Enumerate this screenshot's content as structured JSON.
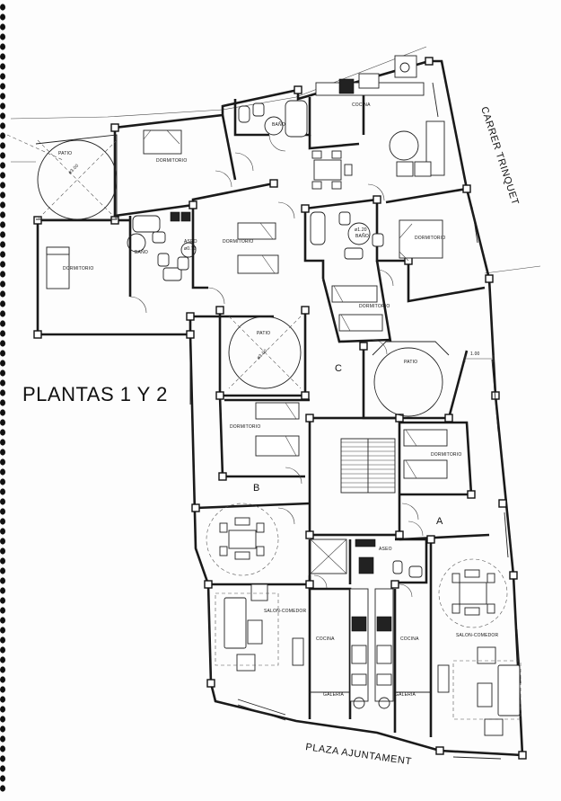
{
  "title": "PLANTAS 1 Y 2",
  "streets": {
    "east": "CARRER TRINQUET",
    "south": "PLAZA AJUNTAMENT"
  },
  "units": {
    "a": "A",
    "b": "B",
    "c": "C"
  },
  "rooms": {
    "dormitorio": "DORMITORIO",
    "bano": "BAÑO",
    "aseo": "ASEO",
    "cocina": "COCINA",
    "patio": "PATIO",
    "salon": "SALON-COMEDOR",
    "galeria": "GALERIA"
  },
  "dimensions": {
    "patio_top_left": "ø3.00",
    "patio_center": "ø3.00",
    "aseo_small": "ø0.70",
    "bano_c": "ø1.20",
    "offset": "1.00"
  }
}
